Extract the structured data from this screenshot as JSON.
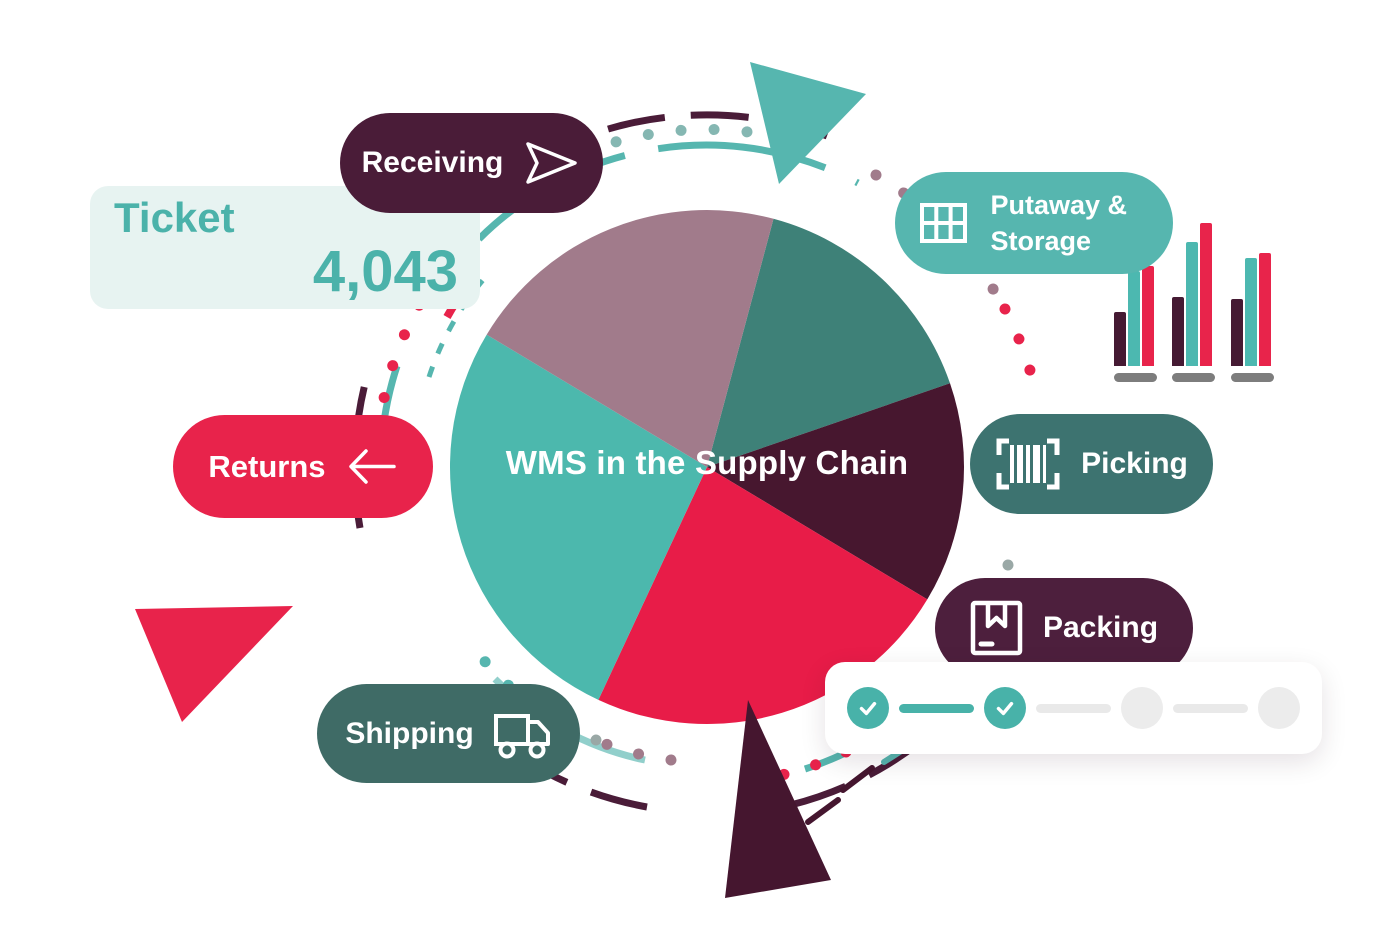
{
  "title": "WMS in the Supply Chain",
  "palette": {
    "teal": "#56b6af",
    "stepTeal": "#48b2a9",
    "tealText": "#4bb2aa",
    "greenDark": "#3d7370",
    "greenDarker": "#3f6b66",
    "plum": "#4a1c38",
    "plumDark": "#4d1f3d",
    "plumDeep": "#45162f",
    "red": "#e8234b",
    "mauve": "#a17b8b",
    "mint": "#e7f3f1",
    "grayBar": "#7d7d7d",
    "grayLight": "#ececec",
    "grayLine": "#e9e9e9",
    "grayDot": "#9aa8a6"
  },
  "ticket": {
    "label": "Ticket",
    "value": "4,043"
  },
  "pills": {
    "receiving": {
      "label": "Receiving",
      "icon": "send-icon"
    },
    "putaway": {
      "label": "Putaway & Storage",
      "icon": "storage-grid-icon"
    },
    "picking": {
      "label": "Picking",
      "icon": "barcode-icon"
    },
    "packing": {
      "label": "Packing",
      "icon": "package-box-icon"
    },
    "shipping": {
      "label": "Shipping",
      "icon": "truck-icon"
    },
    "returns": {
      "label": "Returns",
      "icon": "arrow-left-icon"
    }
  },
  "stepper": {
    "steps": [
      {
        "state": "done"
      },
      {
        "state": "done"
      },
      {
        "state": "pending"
      },
      {
        "state": "pending"
      }
    ],
    "connectors": [
      "active",
      "inactive",
      "inactive"
    ]
  },
  "chart_data": [
    {
      "type": "pie",
      "title": "WMS in the Supply Chain",
      "labels_shown": false,
      "slices": [
        {
          "name": "teal-green",
          "color": "#3e8178",
          "start_deg_from_north": 15,
          "sweep_deg": 56,
          "percent": 15.6
        },
        {
          "name": "dark-plum",
          "color": "#47172f",
          "start_deg_from_north": 71,
          "sweep_deg": 50,
          "percent": 13.9
        },
        {
          "name": "crimson",
          "color": "#e81c48",
          "start_deg_from_north": 121,
          "sweep_deg": 84,
          "percent": 23.3
        },
        {
          "name": "turquoise",
          "color": "#4cb8ad",
          "start_deg_from_north": 205,
          "sweep_deg": 96,
          "percent": 26.7
        },
        {
          "name": "mauve",
          "color": "#a17b8b",
          "start_deg_from_north": 301,
          "sweep_deg": 74,
          "percent": 20.6
        }
      ]
    },
    {
      "type": "bar",
      "categories": [
        "group-1",
        "group-2",
        "group-3"
      ],
      "series": [
        {
          "name": "plum",
          "color": "#451a33",
          "values": [
            54,
            69,
            67
          ]
        },
        {
          "name": "teal",
          "color": "#4cb8b0",
          "values": [
            95,
            124,
            108
          ]
        },
        {
          "name": "red",
          "color": "#e8244b",
          "values": [
            100,
            143,
            113
          ]
        }
      ],
      "unit": "relative-height-px",
      "axis_labels_shown": false
    }
  ]
}
